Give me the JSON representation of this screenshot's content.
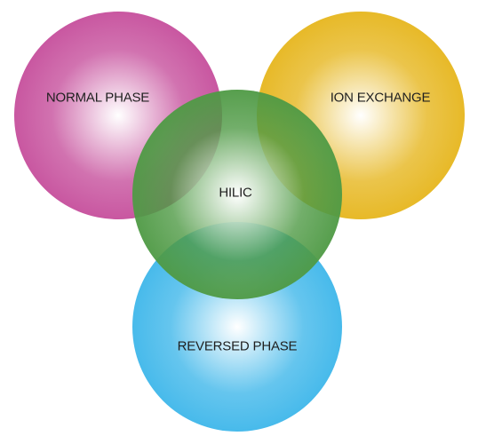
{
  "diagram": {
    "circles": [
      {
        "id": "normal",
        "label": "NORMAL PHASE",
        "color": "#c64f9c"
      },
      {
        "id": "ion",
        "label": "ION EXCHANGE",
        "color": "#e6b61e"
      },
      {
        "id": "reversed",
        "label": "REVERSED PHASE",
        "color": "#3fb7ea"
      },
      {
        "id": "hilic",
        "label": "HILIC",
        "color": "#4f9a45"
      }
    ]
  }
}
